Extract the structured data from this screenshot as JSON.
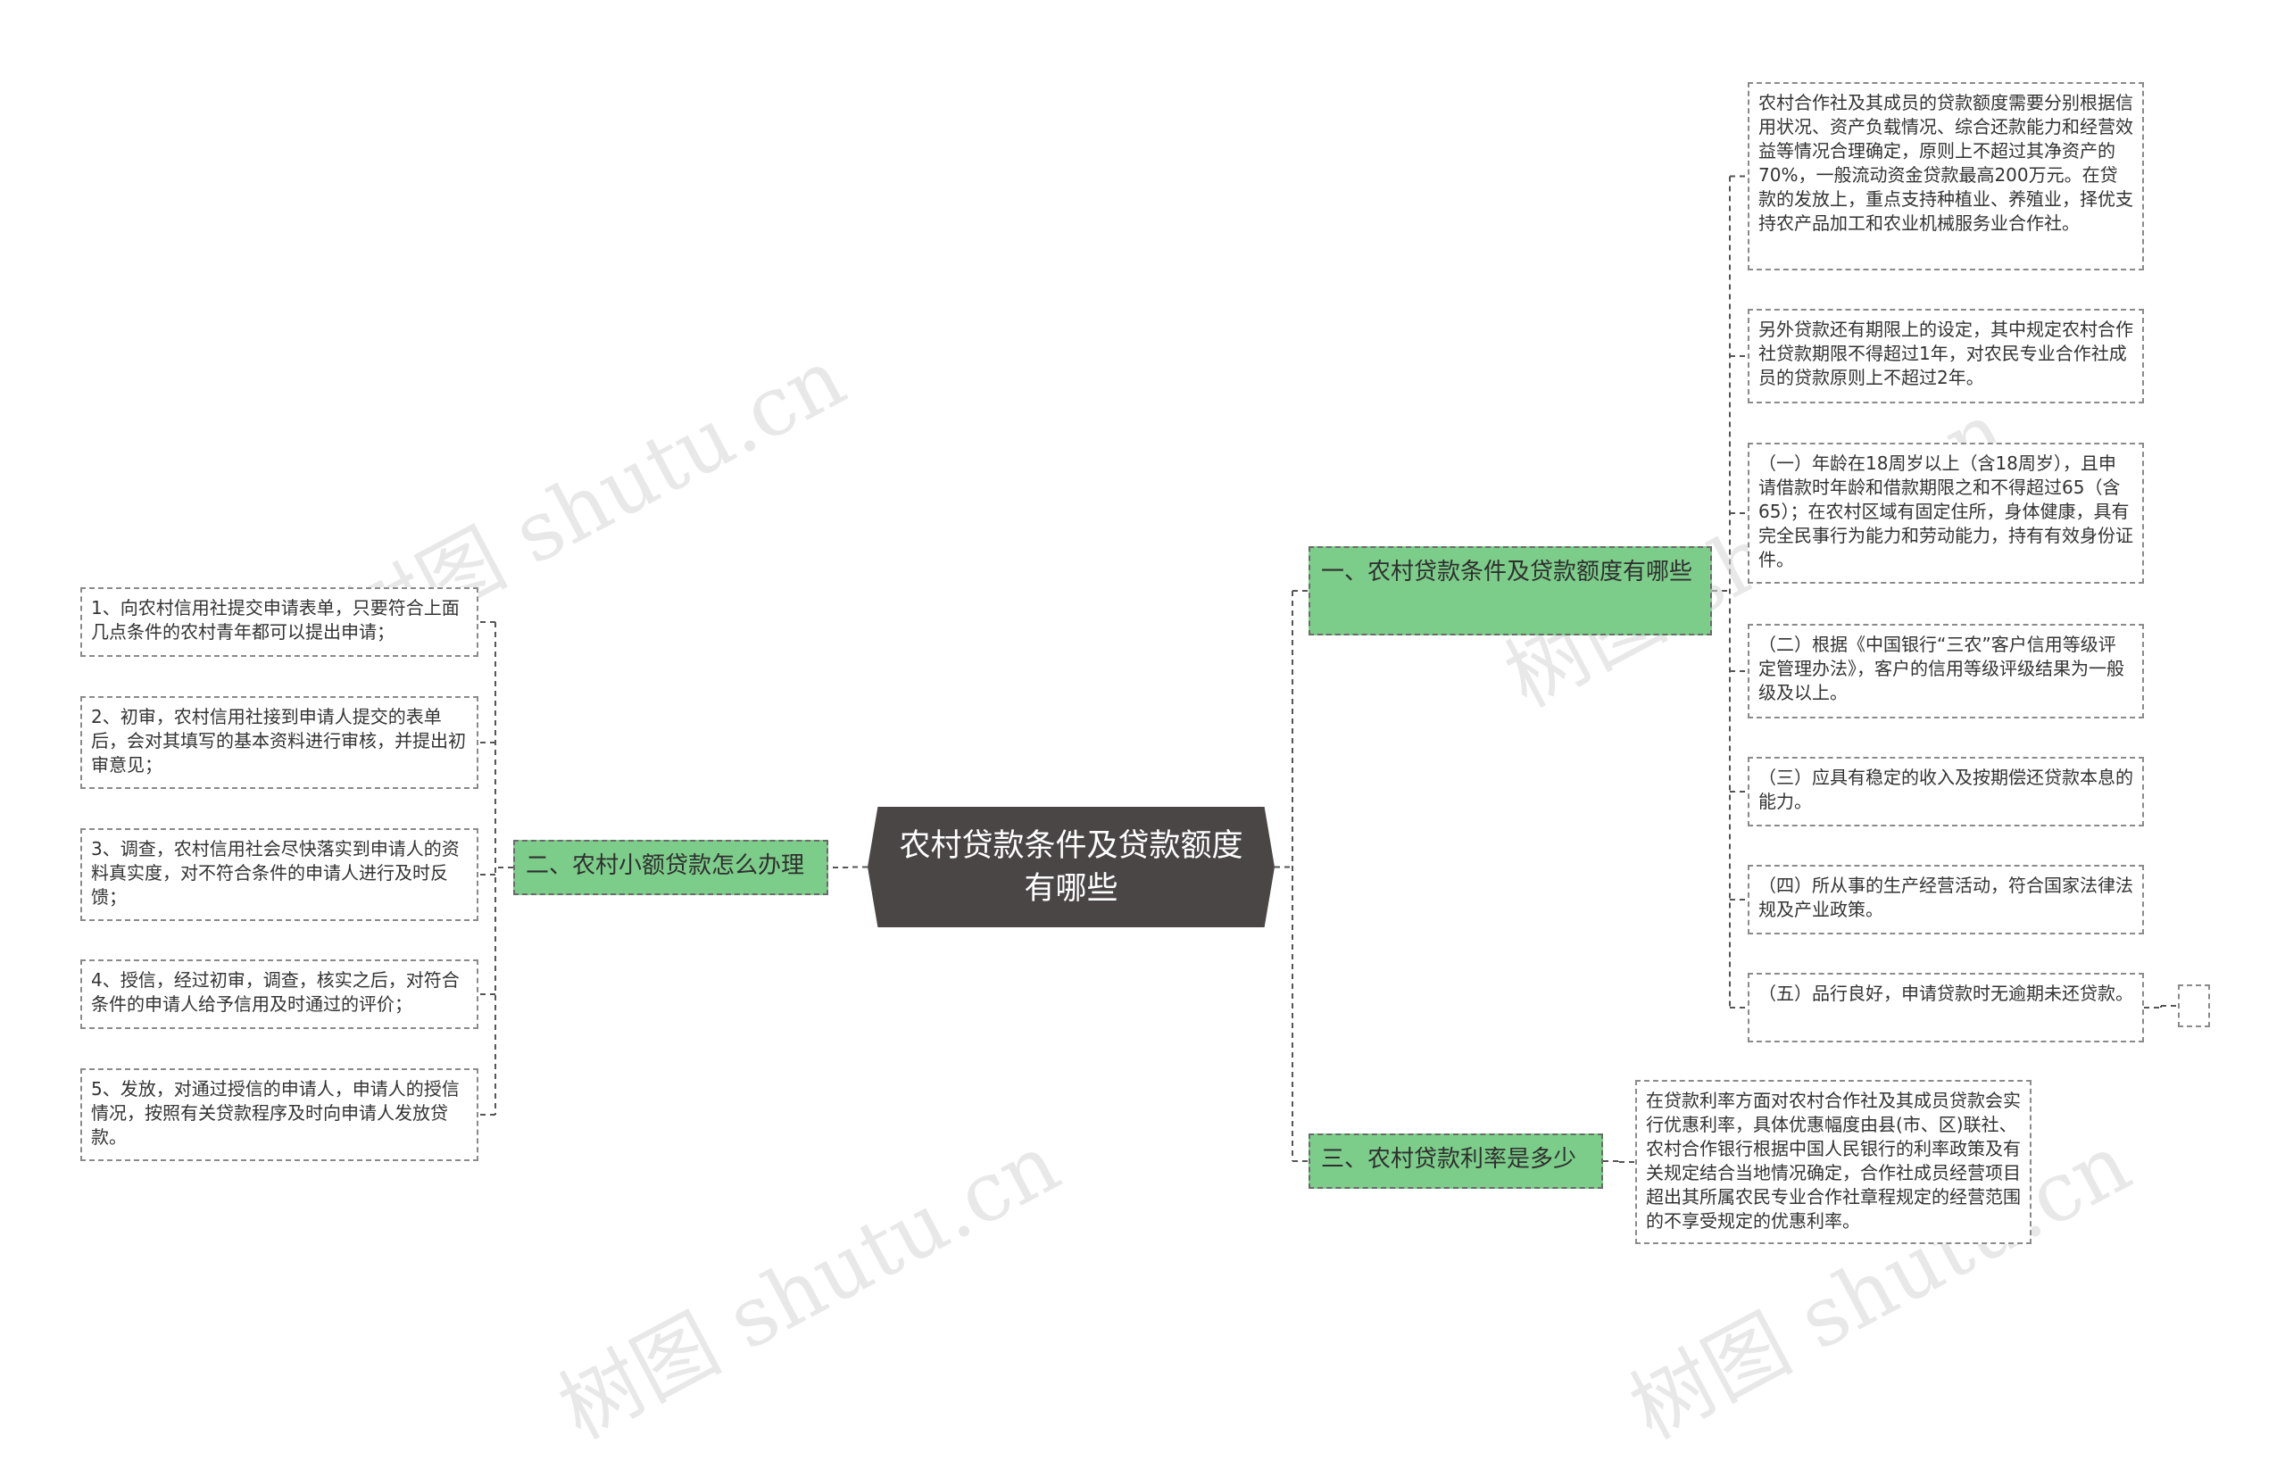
{
  "watermark": "树图 shutu.cn",
  "root": {
    "label": "农村贷款条件及贷款额度有哪些"
  },
  "branches": [
    {
      "label": "一、农村贷款条件及贷款额度有哪些"
    },
    {
      "label": "二、农村小额贷款怎么办理"
    },
    {
      "label": "三、农村贷款利率是多少"
    }
  ],
  "leaves": {
    "b1": [
      "农村合作社及其成员的贷款额度需要分别根据信用状况、资产负载情况、综合还款能力和经营效益等情况合理确定，原则上不超过其净资产的70%，一般流动资金贷款最高200万元。在贷款的发放上，重点支持种植业、养殖业，择优支持农产品加工和农业机械服务业合作社。",
      "另外贷款还有期限上的设定，其中规定农村合作社贷款期限不得超过1年，对农民专业合作社成员的贷款原则上不超过2年。",
      "（一）年龄在18周岁以上（含18周岁），且申请借款时年龄和借款期限之和不得超过65（含65）；在农村区域有固定住所，身体健康，具有完全民事行为能力和劳动能力，持有有效身份证件。",
      "（二）根据《中国银行“三农”客户信用等级评定管理办法》，客户的信用等级评级结果为一般级及以上。",
      "（三）应具有稳定的收入及按期偿还贷款本息的能力。",
      "（四）所从事的生产经营活动，符合国家法律法规及产业政策。",
      "（五）品行良好，申请贷款时无逾期未还贷款。"
    ],
    "b2": [
      "1、向农村信用社提交申请表单，只要符合上面几点条件的农村青年都可以提出申请；",
      "2、初审，农村信用社接到申请人提交的表单后，会对其填写的基本资料进行审核，并提出初审意见；",
      "3、调查，农村信用社会尽快落实到申请人的资料真实度，对不符合条件的申请人进行及时反馈；",
      "4、授信，经过初审，调查，核实之后，对符合条件的申请人给予信用及时通过的评价；",
      "5、发放，对通过授信的申请人，申请人的授信情况，按照有关贷款程序及时向申请人发放贷款。"
    ],
    "b3": [
      "在贷款利率方面对农村合作社及其成员贷款会实行优惠利率，具体优惠幅度由县(市、区)联社、农村合作银行根据中国人民银行的利率政策及有关规定结合当地情况确定，合作社成员经营项目超出其所属农民专业合作社章程规定的经营范围的不享受规定的优惠利率。"
    ]
  },
  "colors": {
    "root": "#4b4646",
    "branch": "#7dcd8a",
    "line": "#555555",
    "border": "#8a8a8a"
  }
}
